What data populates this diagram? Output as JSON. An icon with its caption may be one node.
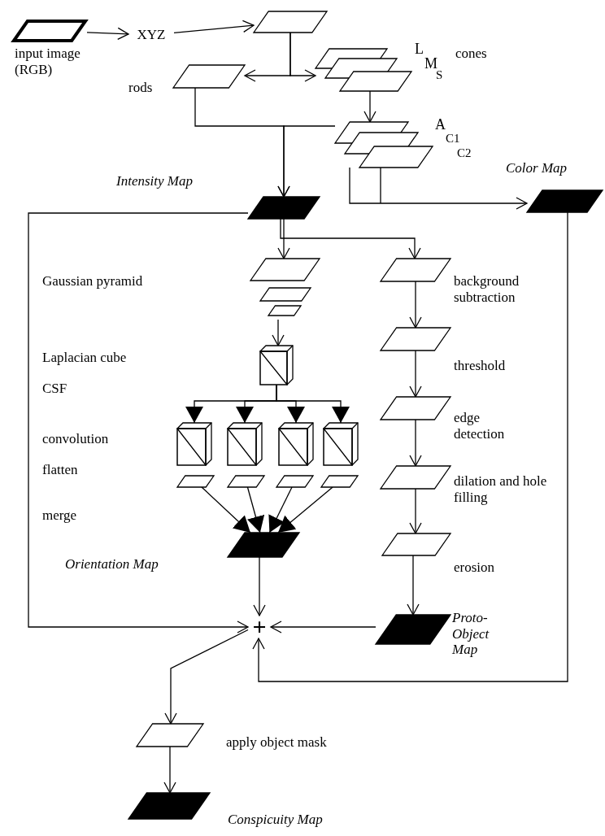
{
  "diagram": {
    "nodes": [
      {
        "text": [],
        "shape": "frame",
        "beside": [
          "input image (RGB)"
        ]
      },
      {
        "text": [
          "XYZ"
        ]
      },
      {
        "text": [],
        "shape": "parallelogram"
      },
      {
        "text": [],
        "shape": "parallelogram",
        "beside": [
          "rods"
        ]
      },
      {
        "text": [],
        "shape": "stack",
        "beside": [
          "L",
          "M",
          "S",
          "cones"
        ]
      },
      {
        "text": [],
        "shape": "stack",
        "beside": [
          "A",
          "C1",
          "C2"
        ]
      },
      {
        "text": [],
        "shape": "solid"
      },
      {
        "text": [],
        "shape": "solid",
        "beside": [
          "Color Map"
        ]
      },
      {
        "text": [],
        "shape": "pyramid"
      },
      {
        "text": [],
        "shape": "cube"
      },
      {
        "text": [],
        "shape": "cube"
      },
      {
        "text": [],
        "shape": "cube"
      },
      {
        "text": [],
        "shape": "cube"
      },
      {
        "text": [],
        "shape": "cube"
      },
      {
        "text": [],
        "shape": "parallelogram"
      },
      {
        "text": [],
        "shape": "parallelogram"
      },
      {
        "text": [],
        "shape": "parallelogram"
      },
      {
        "text": [],
        "shape": "parallelogram"
      },
      {
        "text": [],
        "shape": "solid"
      },
      {
        "text": [],
        "shape": "parallelogram",
        "beside": [
          "background subtraction"
        ]
      },
      {
        "text": [],
        "shape": "parallelogram",
        "beside": [
          "threshold"
        ]
      },
      {
        "text": [],
        "shape": "parallelogram",
        "beside": [
          "edge detection"
        ]
      },
      {
        "text": [],
        "shape": "parallelogram",
        "beside": [
          "dilation and hole filling"
        ]
      },
      {
        "text": [],
        "shape": "parallelogram",
        "beside": [
          "erosion"
        ]
      },
      {
        "text": [],
        "shape": "solid",
        "beside": [
          "Proto-Object Map"
        ]
      },
      {
        "text": [
          "+"
        ]
      },
      {
        "text": [],
        "shape": "parallelogram",
        "beside": [
          "apply object mask"
        ]
      },
      {
        "text": [],
        "shape": "solid",
        "beside": [
          "Conspicuity Map"
        ]
      }
    ],
    "edges": [
      {
        "from": 0,
        "to": 1,
        "arrow": "to"
      },
      {
        "from": 1,
        "to": 2,
        "arrow": "to"
      },
      {
        "from": 2,
        "to": 3,
        "arrow": "to"
      },
      {
        "from": 2,
        "to": 4,
        "arrow": "to"
      },
      {
        "from": 4,
        "to": 5,
        "arrow": "to"
      },
      {
        "from": 3,
        "to": 6,
        "arrow": "to"
      },
      {
        "from": 5,
        "to": 6,
        "arrow": "to"
      },
      {
        "from": 5,
        "to": 7,
        "arrow": "to"
      },
      {
        "from": 6,
        "to": 8,
        "arrow": "to"
      },
      {
        "from": 6,
        "to": 19,
        "arrow": "to"
      },
      {
        "from": 6,
        "to": 25,
        "arrow": "to"
      },
      {
        "from": 7,
        "to": 25,
        "arrow": "to"
      },
      {
        "from": 8,
        "to": 9,
        "arrow": "to"
      },
      {
        "from": 9,
        "to": 10,
        "arrow": "to"
      },
      {
        "from": 9,
        "to": 11,
        "arrow": "to"
      },
      {
        "from": 9,
        "to": 12,
        "arrow": "to"
      },
      {
        "from": 9,
        "to": 13,
        "arrow": "to"
      },
      {
        "from": 14,
        "to": 18,
        "arrow": "to"
      },
      {
        "from": 15,
        "to": 18,
        "arrow": "to"
      },
      {
        "from": 16,
        "to": 18,
        "arrow": "to"
      },
      {
        "from": 17,
        "to": 18,
        "arrow": "to"
      },
      {
        "from": 18,
        "to": 25,
        "arrow": "to"
      },
      {
        "from": 19,
        "to": 20,
        "arrow": "to"
      },
      {
        "from": 20,
        "to": 21,
        "arrow": "to"
      },
      {
        "from": 21,
        "to": 22,
        "arrow": "to"
      },
      {
        "from": 22,
        "to": 23,
        "arrow": "to"
      },
      {
        "from": 23,
        "to": 24,
        "arrow": "to"
      },
      {
        "from": 24,
        "to": 25,
        "arrow": "to"
      },
      {
        "from": 25,
        "to": 26,
        "arrow": "to"
      },
      {
        "from": 26,
        "to": 27,
        "arrow": "to"
      }
    ],
    "labels": [
      "Intensity Map",
      "Gaussian pyramid",
      "Laplacian cube",
      "CSF",
      "convolution",
      "flatten",
      "merge",
      "Orientation Map"
    ]
  }
}
